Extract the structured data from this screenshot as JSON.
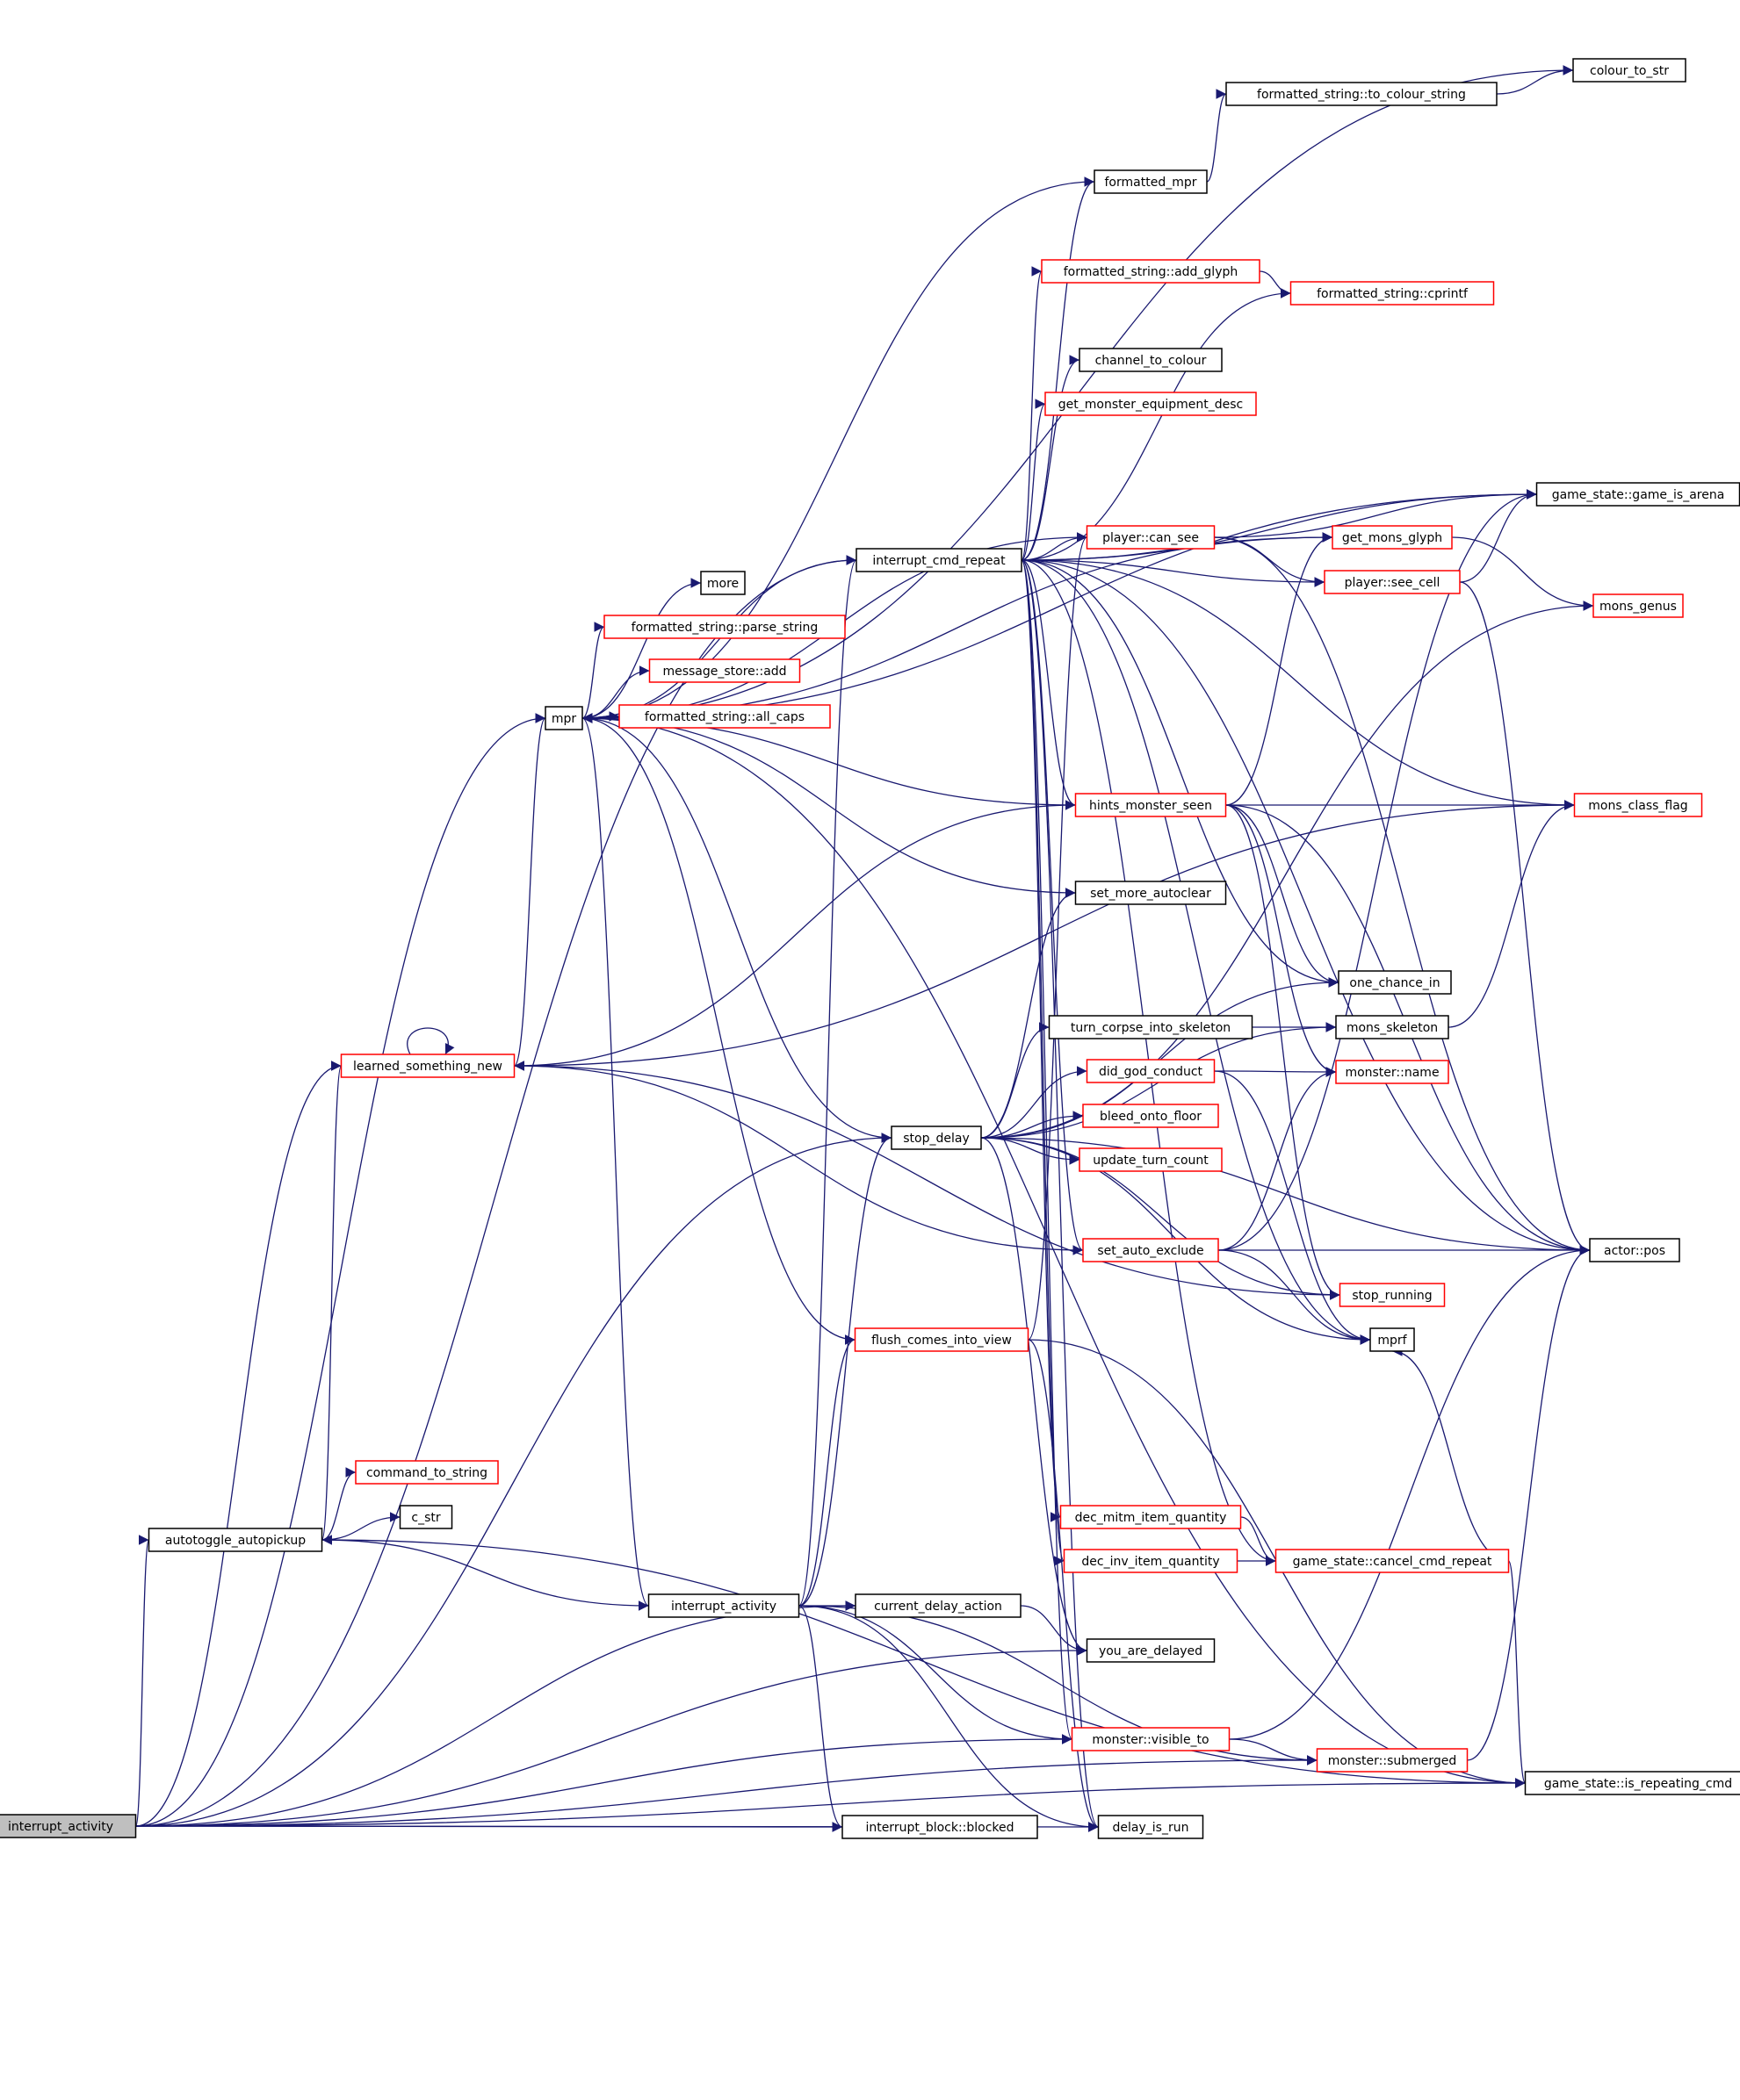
{
  "graph": {
    "colors": {
      "edge": "#191970",
      "border_default": "#000000",
      "border_incomplete": "#ff0000",
      "fill_root": "#bfbfbf",
      "fill_default": "#ffffff"
    },
    "nodes": [
      {
        "id": "interrupt_activity_root",
        "label": "interrupt_activity",
        "border": "black",
        "root": true
      },
      {
        "id": "autotoggle_autopickup",
        "label": "autotoggle_autopickup",
        "border": "black"
      },
      {
        "id": "command_to_string",
        "label": "command_to_string",
        "border": "red"
      },
      {
        "id": "c_str",
        "label": "c_str",
        "border": "black"
      },
      {
        "id": "learned_something_new",
        "label": "learned_something_new",
        "border": "red"
      },
      {
        "id": "mpr",
        "label": "mpr",
        "border": "black"
      },
      {
        "id": "interrupt_activity",
        "label": "interrupt_activity",
        "border": "black"
      },
      {
        "id": "more",
        "label": "more",
        "border": "black"
      },
      {
        "id": "parse_string",
        "label": "formatted_string::parse_string",
        "border": "red"
      },
      {
        "id": "message_store_add",
        "label": "message_store::add",
        "border": "red"
      },
      {
        "id": "all_caps",
        "label": "formatted_string::all_caps",
        "border": "red"
      },
      {
        "id": "interrupt_cmd_repeat",
        "label": "interrupt_cmd_repeat",
        "border": "black"
      },
      {
        "id": "stop_delay",
        "label": "stop_delay",
        "border": "black"
      },
      {
        "id": "flush_comes_into_view",
        "label": "flush_comes_into_view",
        "border": "red"
      },
      {
        "id": "current_delay_action",
        "label": "current_delay_action",
        "border": "black"
      },
      {
        "id": "interrupt_block_blocked",
        "label": "interrupt_block::blocked",
        "border": "black"
      },
      {
        "id": "formatted_mpr",
        "label": "formatted_mpr",
        "border": "black"
      },
      {
        "id": "to_colour_string",
        "label": "formatted_string::to_colour_string",
        "border": "black"
      },
      {
        "id": "colour_to_str",
        "label": "colour_to_str",
        "border": "black"
      },
      {
        "id": "add_glyph",
        "label": "formatted_string::add_glyph",
        "border": "red"
      },
      {
        "id": "cprintf",
        "label": "formatted_string::cprintf",
        "border": "red"
      },
      {
        "id": "channel_to_colour",
        "label": "channel_to_colour",
        "border": "black"
      },
      {
        "id": "get_monster_equipment_desc",
        "label": "get_monster_equipment_desc",
        "border": "red"
      },
      {
        "id": "player_can_see",
        "label": "player::can_see",
        "border": "red"
      },
      {
        "id": "hints_monster_seen",
        "label": "hints_monster_seen",
        "border": "red"
      },
      {
        "id": "set_more_autoclear",
        "label": "set_more_autoclear",
        "border": "black"
      },
      {
        "id": "turn_corpse_into_skeleton",
        "label": "turn_corpse_into_skeleton",
        "border": "black"
      },
      {
        "id": "did_god_conduct",
        "label": "did_god_conduct",
        "border": "red"
      },
      {
        "id": "bleed_onto_floor",
        "label": "bleed_onto_floor",
        "border": "red"
      },
      {
        "id": "update_turn_count",
        "label": "update_turn_count",
        "border": "red"
      },
      {
        "id": "set_auto_exclude",
        "label": "set_auto_exclude",
        "border": "red"
      },
      {
        "id": "dec_mitm_item_quantity",
        "label": "dec_mitm_item_quantity",
        "border": "red"
      },
      {
        "id": "dec_inv_item_quantity",
        "label": "dec_inv_item_quantity",
        "border": "red"
      },
      {
        "id": "you_are_delayed",
        "label": "you_are_delayed",
        "border": "black"
      },
      {
        "id": "monster_visible_to",
        "label": "monster::visible_to",
        "border": "red"
      },
      {
        "id": "delay_is_run",
        "label": "delay_is_run",
        "border": "black"
      },
      {
        "id": "game_is_arena",
        "label": "game_state::game_is_arena",
        "border": "black"
      },
      {
        "id": "get_mons_glyph",
        "label": "get_mons_glyph",
        "border": "red"
      },
      {
        "id": "player_see_cell",
        "label": "player::see_cell",
        "border": "red"
      },
      {
        "id": "mons_genus",
        "label": "mons_genus",
        "border": "red"
      },
      {
        "id": "mons_class_flag",
        "label": "mons_class_flag",
        "border": "red"
      },
      {
        "id": "one_chance_in",
        "label": "one_chance_in",
        "border": "black"
      },
      {
        "id": "mons_skeleton",
        "label": "mons_skeleton",
        "border": "black"
      },
      {
        "id": "monster_name",
        "label": "monster::name",
        "border": "red"
      },
      {
        "id": "actor_pos",
        "label": "actor::pos",
        "border": "black"
      },
      {
        "id": "stop_running",
        "label": "stop_running",
        "border": "red"
      },
      {
        "id": "mprf",
        "label": "mprf",
        "border": "black"
      },
      {
        "id": "cancel_cmd_repeat",
        "label": "game_state::cancel_cmd_repeat",
        "border": "red"
      },
      {
        "id": "monster_submerged",
        "label": "monster::submerged",
        "border": "red"
      },
      {
        "id": "is_repeating_cmd",
        "label": "game_state::is_repeating_cmd",
        "border": "black"
      }
    ],
    "edges": [
      [
        "interrupt_activity_root",
        "autotoggle_autopickup"
      ],
      [
        "interrupt_activity_root",
        "learned_something_new"
      ],
      [
        "interrupt_activity_root",
        "mpr"
      ],
      [
        "interrupt_activity_root",
        "interrupt_cmd_repeat"
      ],
      [
        "interrupt_activity_root",
        "stop_delay"
      ],
      [
        "interrupt_activity_root",
        "current_delay_action"
      ],
      [
        "interrupt_activity_root",
        "interrupt_block_blocked"
      ],
      [
        "interrupt_activity_root",
        "monster_visible_to"
      ],
      [
        "interrupt_activity_root",
        "delay_is_run"
      ],
      [
        "interrupt_activity_root",
        "monster_submerged"
      ],
      [
        "interrupt_activity_root",
        "is_repeating_cmd"
      ],
      [
        "interrupt_activity_root",
        "you_are_delayed"
      ],
      [
        "autotoggle_autopickup",
        "command_to_string"
      ],
      [
        "autotoggle_autopickup",
        "c_str"
      ],
      [
        "autotoggle_autopickup",
        "learned_something_new"
      ],
      [
        "learned_something_new",
        "mpr"
      ],
      [
        "learned_something_new",
        "learned_something_new"
      ],
      [
        "learned_something_new",
        "mons_class_flag"
      ],
      [
        "learned_something_new",
        "stop_running"
      ],
      [
        "mpr",
        "more"
      ],
      [
        "mpr",
        "parse_string"
      ],
      [
        "mpr",
        "message_store_add"
      ],
      [
        "mpr",
        "all_caps"
      ],
      [
        "mpr",
        "interrupt_activity"
      ],
      [
        "mpr",
        "flush_comes_into_view"
      ],
      [
        "mpr",
        "set_more_autoclear"
      ],
      [
        "mpr",
        "game_is_arena"
      ],
      [
        "mpr",
        "colour_to_str"
      ],
      [
        "mpr",
        "get_mons_glyph"
      ],
      [
        "mpr",
        "is_repeating_cmd"
      ],
      [
        "interrupt_activity",
        "autotoggle_autopickup"
      ],
      [
        "interrupt_activity",
        "interrupt_cmd_repeat"
      ],
      [
        "interrupt_activity",
        "stop_delay"
      ],
      [
        "interrupt_activity",
        "current_delay_action"
      ],
      [
        "interrupt_activity",
        "interrupt_block_blocked"
      ],
      [
        "interrupt_activity",
        "monster_visible_to"
      ],
      [
        "interrupt_activity",
        "delay_is_run"
      ],
      [
        "interrupt_activity",
        "monster_submerged"
      ],
      [
        "interrupt_activity",
        "flush_comes_into_view"
      ],
      [
        "interrupt_cmd_repeat",
        "mpr"
      ],
      [
        "interrupt_cmd_repeat",
        "formatted_mpr"
      ],
      [
        "interrupt_cmd_repeat",
        "add_glyph"
      ],
      [
        "interrupt_cmd_repeat",
        "cprintf"
      ],
      [
        "interrupt_cmd_repeat",
        "channel_to_colour"
      ],
      [
        "interrupt_cmd_repeat",
        "get_monster_equipment_desc"
      ],
      [
        "interrupt_cmd_repeat",
        "player_can_see"
      ],
      [
        "interrupt_cmd_repeat",
        "get_mons_glyph"
      ],
      [
        "interrupt_cmd_repeat",
        "player_see_cell"
      ],
      [
        "interrupt_cmd_repeat",
        "game_is_arena"
      ],
      [
        "interrupt_cmd_repeat",
        "hints_monster_seen"
      ],
      [
        "interrupt_cmd_repeat",
        "mons_class_flag"
      ],
      [
        "interrupt_cmd_repeat",
        "one_chance_in"
      ],
      [
        "interrupt_cmd_repeat",
        "set_auto_exclude"
      ],
      [
        "interrupt_cmd_repeat",
        "actor_pos"
      ],
      [
        "interrupt_cmd_repeat",
        "cancel_cmd_repeat"
      ],
      [
        "interrupt_cmd_repeat",
        "dec_mitm_item_quantity"
      ],
      [
        "interrupt_cmd_repeat",
        "dec_inv_item_quantity"
      ],
      [
        "interrupt_cmd_repeat",
        "monster_visible_to"
      ],
      [
        "interrupt_cmd_repeat",
        "delay_is_run"
      ],
      [
        "interrupt_cmd_repeat",
        "mprf"
      ],
      [
        "stop_delay",
        "mpr"
      ],
      [
        "stop_delay",
        "set_more_autoclear"
      ],
      [
        "stop_delay",
        "one_chance_in"
      ],
      [
        "stop_delay",
        "mons_skeleton"
      ],
      [
        "stop_delay",
        "turn_corpse_into_skeleton"
      ],
      [
        "stop_delay",
        "did_god_conduct"
      ],
      [
        "stop_delay",
        "bleed_onto_floor"
      ],
      [
        "stop_delay",
        "update_turn_count"
      ],
      [
        "stop_delay",
        "stop_running"
      ],
      [
        "stop_delay",
        "mprf"
      ],
      [
        "stop_delay",
        "actor_pos"
      ],
      [
        "stop_delay",
        "mons_genus"
      ],
      [
        "stop_delay",
        "you_are_delayed"
      ],
      [
        "formatted_mpr",
        "mpr"
      ],
      [
        "formatted_mpr",
        "to_colour_string"
      ],
      [
        "to_colour_string",
        "colour_to_str"
      ],
      [
        "add_glyph",
        "cprintf"
      ],
      [
        "player_can_see",
        "mpr"
      ],
      [
        "player_can_see",
        "game_is_arena"
      ],
      [
        "player_can_see",
        "player_see_cell"
      ],
      [
        "player_can_see",
        "actor_pos"
      ],
      [
        "get_mons_glyph",
        "mons_genus"
      ],
      [
        "player_see_cell",
        "game_is_arena"
      ],
      [
        "player_see_cell",
        "actor_pos"
      ],
      [
        "hints_monster_seen",
        "mpr"
      ],
      [
        "hints_monster_seen",
        "learned_something_new"
      ],
      [
        "hints_monster_seen",
        "mons_class_flag"
      ],
      [
        "hints_monster_seen",
        "one_chance_in"
      ],
      [
        "hints_monster_seen",
        "monster_name"
      ],
      [
        "hints_monster_seen",
        "get_mons_glyph"
      ],
      [
        "hints_monster_seen",
        "actor_pos"
      ],
      [
        "hints_monster_seen",
        "stop_running"
      ],
      [
        "turn_corpse_into_skeleton",
        "mons_skeleton"
      ],
      [
        "did_god_conduct",
        "monster_name"
      ],
      [
        "did_god_conduct",
        "mprf"
      ],
      [
        "mons_skeleton",
        "mons_class_flag"
      ],
      [
        "set_auto_exclude",
        "learned_something_new"
      ],
      [
        "set_auto_exclude",
        "actor_pos"
      ],
      [
        "set_auto_exclude",
        "monster_name"
      ],
      [
        "set_auto_exclude",
        "mprf"
      ],
      [
        "set_auto_exclude",
        "game_is_arena"
      ],
      [
        "flush_comes_into_view",
        "player_can_see"
      ],
      [
        "flush_comes_into_view",
        "is_repeating_cmd"
      ],
      [
        "flush_comes_into_view",
        "delay_is_run"
      ],
      [
        "dec_mitm_item_quantity",
        "cancel_cmd_repeat"
      ],
      [
        "dec_inv_item_quantity",
        "cancel_cmd_repeat"
      ],
      [
        "cancel_cmd_repeat",
        "is_repeating_cmd"
      ],
      [
        "cancel_cmd_repeat",
        "mprf"
      ],
      [
        "monster_visible_to",
        "monster_submerged"
      ],
      [
        "monster_visible_to",
        "actor_pos"
      ],
      [
        "monster_submerged",
        "actor_pos"
      ],
      [
        "current_delay_action",
        "you_are_delayed"
      ],
      [
        "autotoggle_autopickup",
        "is_repeating_cmd"
      ]
    ]
  }
}
